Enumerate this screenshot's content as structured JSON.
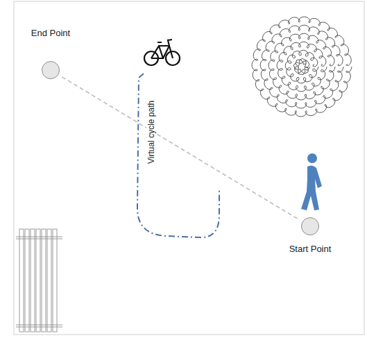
{
  "diagram": {
    "nodes": [
      {
        "text": [
          "End Point"
        ]
      },
      {
        "text": [
          "Start Point"
        ]
      }
    ],
    "edges": [
      {
        "from": 0,
        "to": 1,
        "arrow": "none"
      }
    ],
    "labels": [
      "Virtual cycle path"
    ]
  }
}
